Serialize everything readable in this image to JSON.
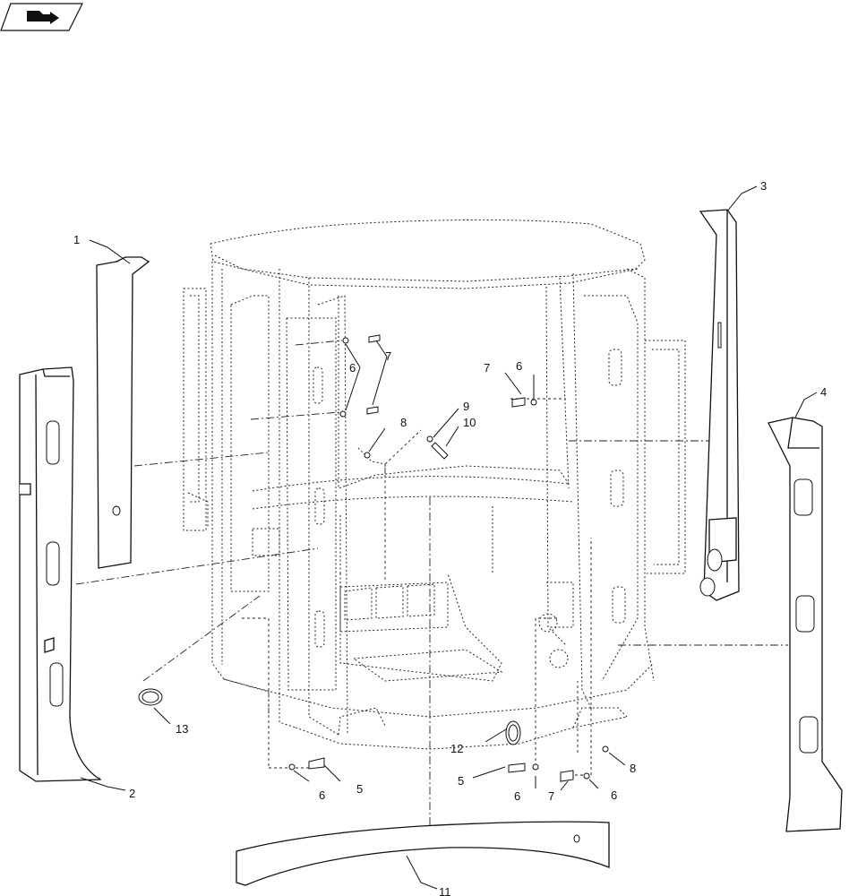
{
  "callouts": {
    "c1": "1",
    "c2": "2",
    "c3": "3",
    "c4": "4",
    "c5a": "5",
    "c5b": "5",
    "c6a": "6",
    "c6b": "6",
    "c6c": "6",
    "c6d": "6",
    "c6e": "6",
    "c7a": "7",
    "c7b": "7",
    "c7c": "7",
    "c8a": "8",
    "c8b": "8",
    "c9": "9",
    "c10": "10",
    "c11": "11",
    "c12": "12",
    "c13": "13"
  },
  "icons": {
    "nav": "next-page-arrow-icon"
  }
}
